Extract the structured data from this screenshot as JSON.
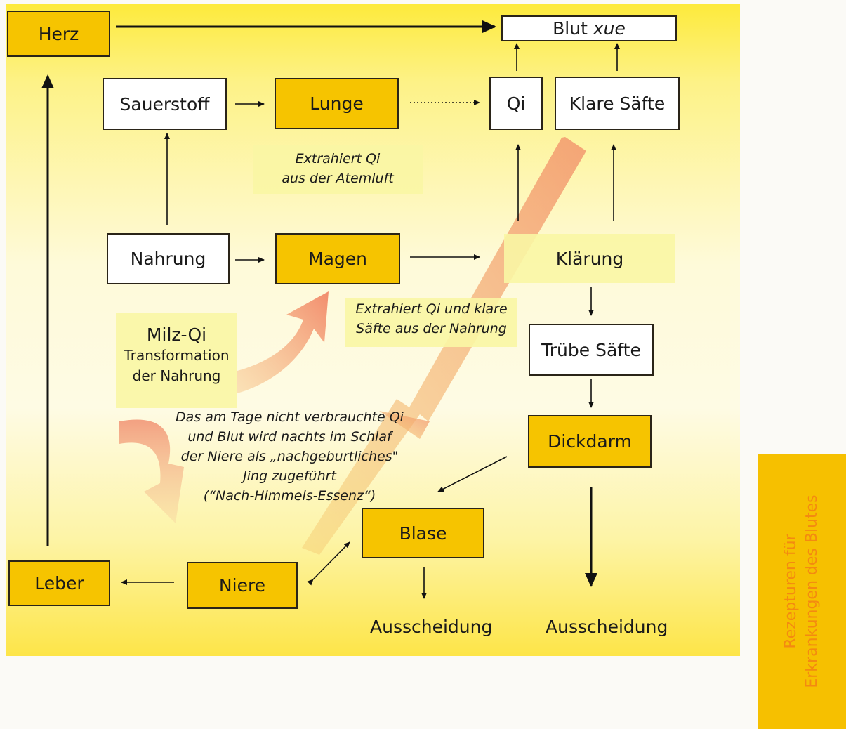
{
  "nodes": {
    "herz": "Herz",
    "blut_prefix": "Blut ",
    "blut_suffix": "xue",
    "sauerstoff": "Sauerstoff",
    "lunge": "Lunge",
    "qi": "Qi",
    "klare_saefte": "Klare Säfte",
    "nahrung": "Nahrung",
    "magen": "Magen",
    "klaerung": "Klärung",
    "truebe_saefte": "Trübe Säfte",
    "dickdarm": "Dickdarm",
    "blase": "Blase",
    "leber": "Leber",
    "niere": "Niere",
    "ausscheidung_1": "Ausscheidung",
    "ausscheidung_2": "Ausscheidung"
  },
  "notes": {
    "lunge_line1": "Extrahiert Qi",
    "lunge_line2": "aus der Atemluft",
    "magen_line1": "Extrahiert Qi und klare",
    "magen_line2": "Säfte aus der Nahrung",
    "milz_title": "Milz-Qi",
    "milz_line1": "Transformation",
    "milz_line2": "der Nahrung",
    "jing_line1": "Das am Tage nicht verbrauchte Qi",
    "jing_line2": "und Blut wird nachts im Schlaf",
    "jing_line3": "der Niere als „nachgeburtliches\"",
    "jing_line4": "Jing zugeführt",
    "jing_line5": "(“Nach-Himmels-Essenz“)"
  },
  "side_tab": {
    "line1": "Rezepturen für",
    "line2": "Erkrankungen des Blutes"
  },
  "colors": {
    "organ_fill": "#f6c400",
    "panel_top": "#fdea3c",
    "tab_fill": "#f6c000",
    "tab_text": "#f48a10",
    "flow_arrow": "#f08a5a"
  }
}
